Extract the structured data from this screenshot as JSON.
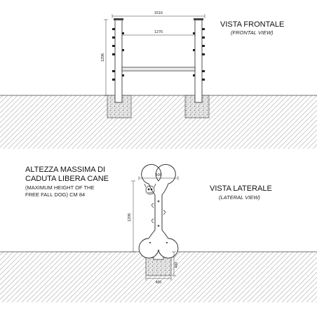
{
  "front_view": {
    "title": "VISTA FRONTALE",
    "subtitle": "(FRONTAL VIEW)",
    "dim_overall_width": "1516",
    "dim_inner_width": "1276",
    "dim_height": "1206"
  },
  "side_view": {
    "title": "VISTA LATERALE",
    "subtitle": "(LATERAL VIEW)",
    "dim_width": "500",
    "dim_height": "1206",
    "dim_base_width": "400",
    "dim_foundation_depth": "400"
  },
  "note": {
    "line1": "ALTEZZA MASSIMA DI",
    "line2": "CADUTA LIBERA CANE",
    "line3": "(MAXIMUM HEIGHT OF THE",
    "line4": "FREE FALL DOG) CM 84"
  }
}
